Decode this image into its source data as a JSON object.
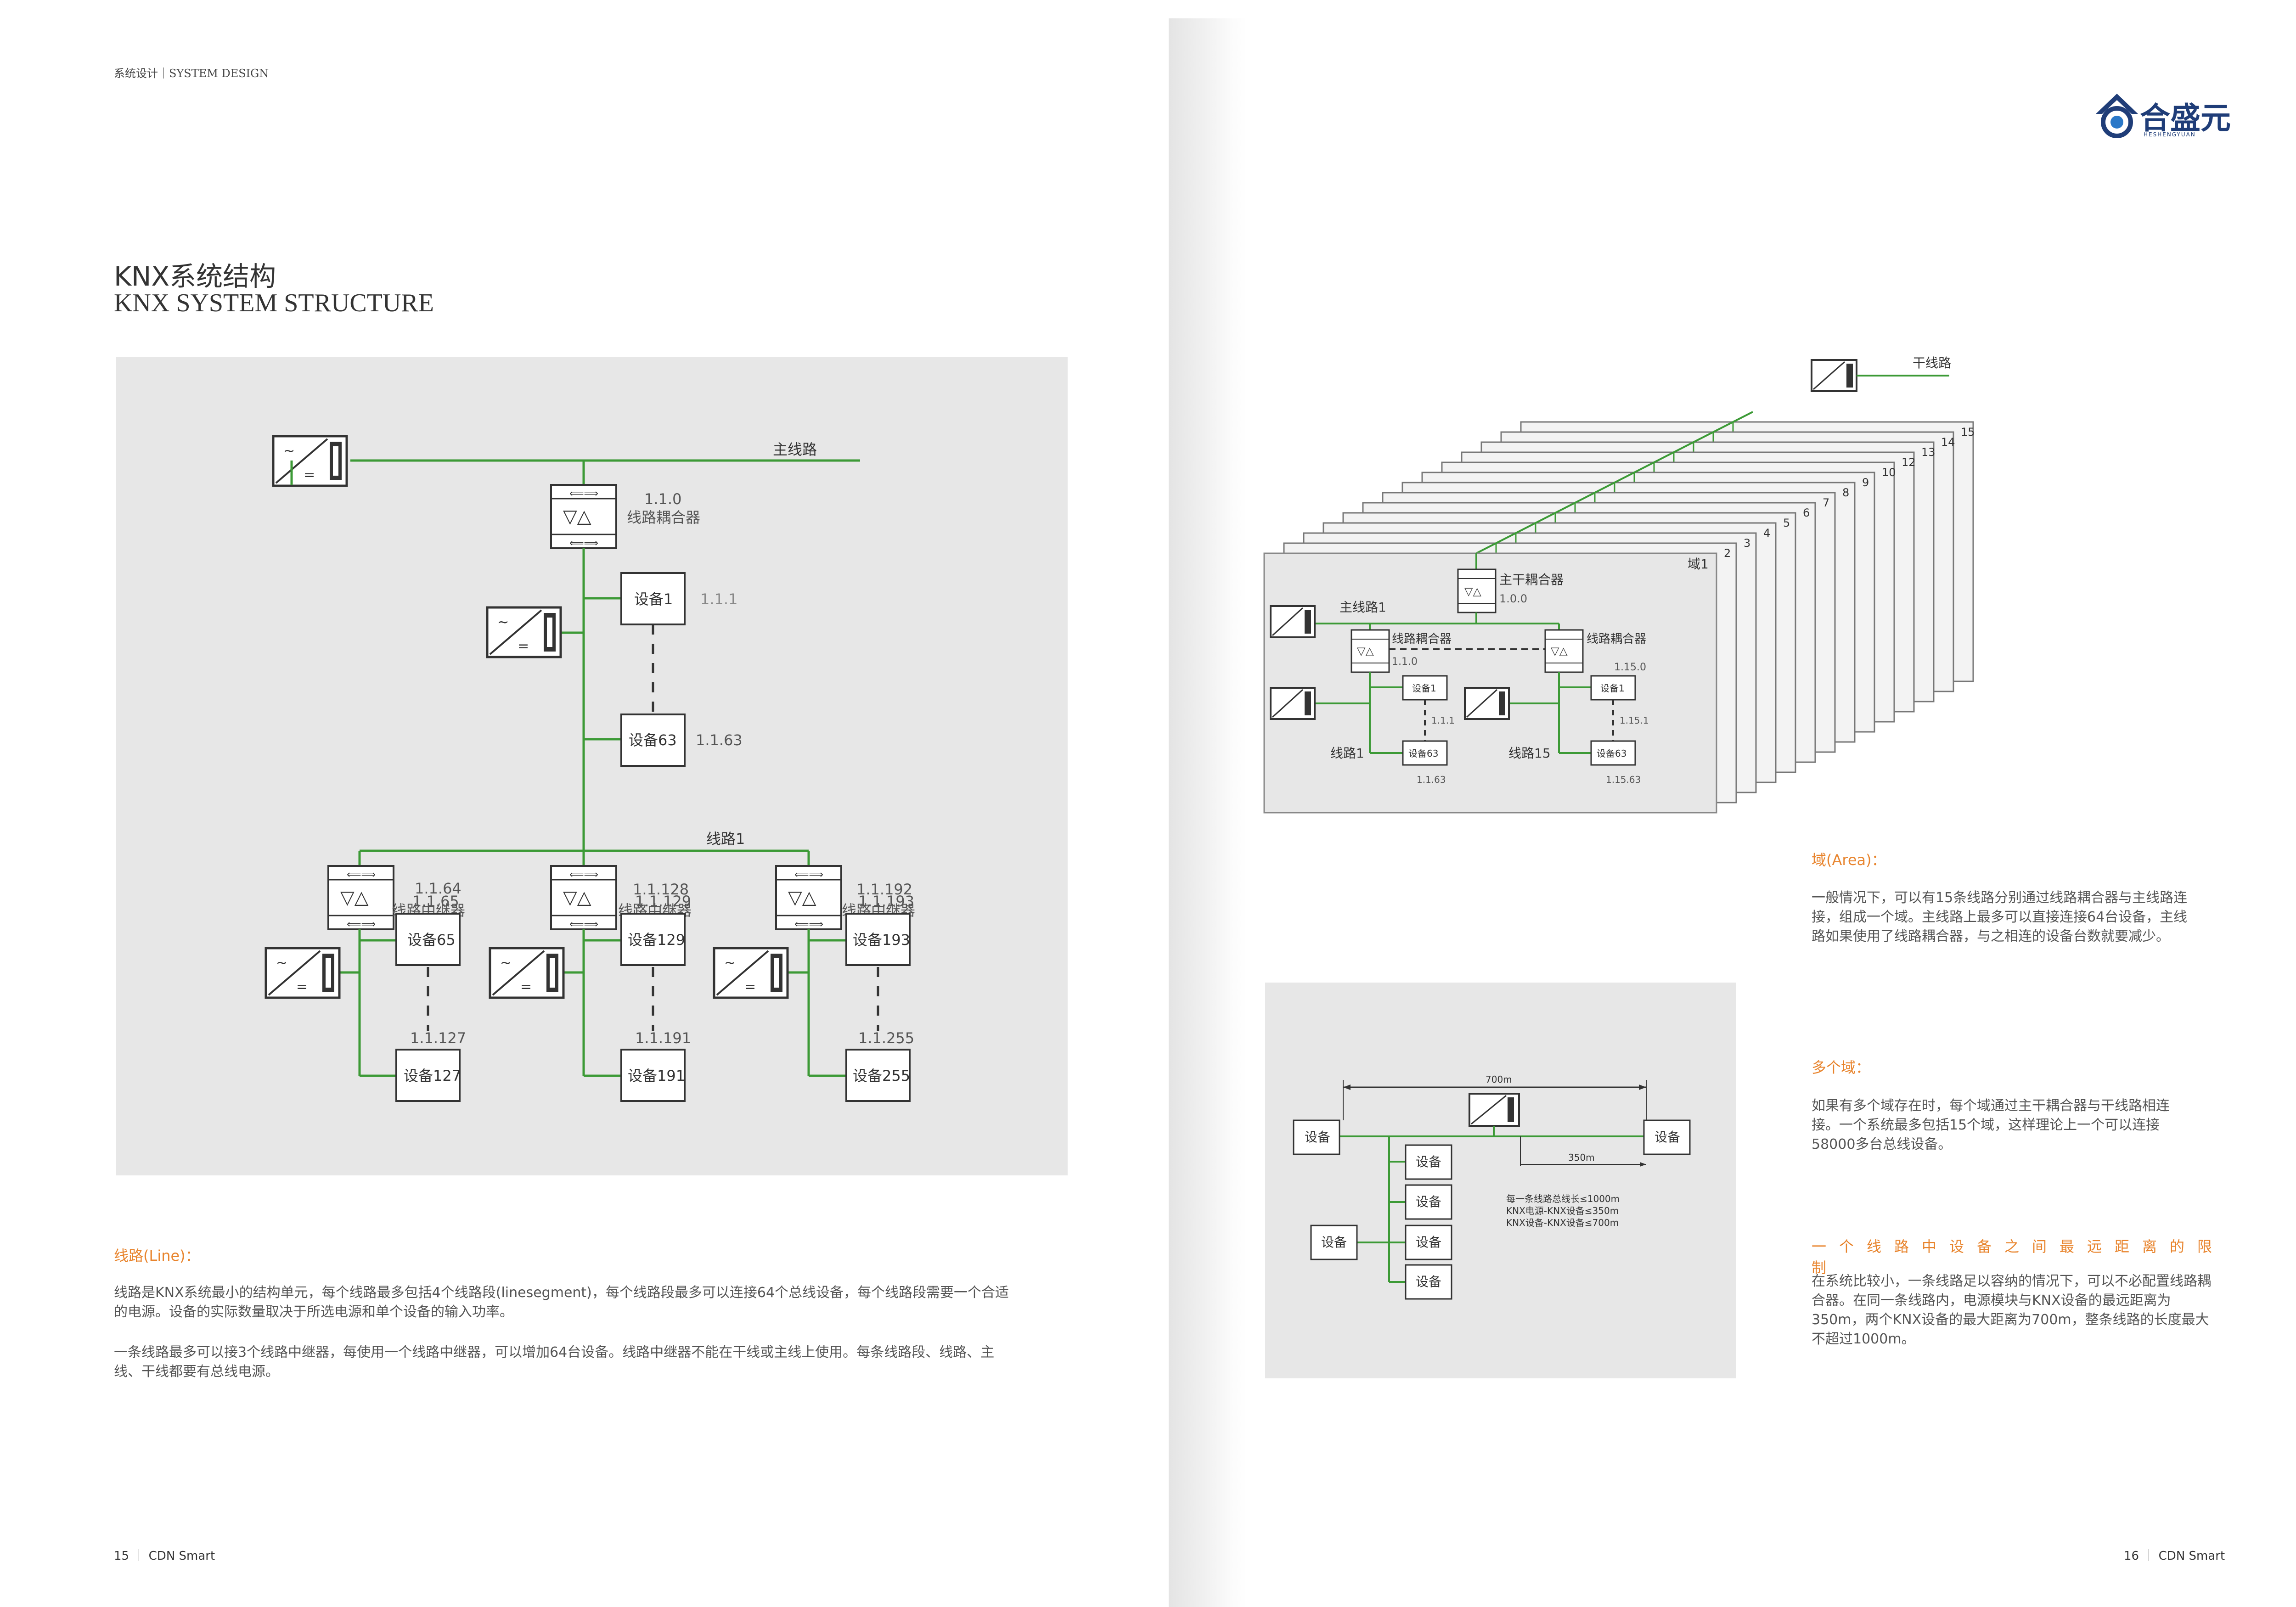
{
  "header": {
    "running": "系统设计｜SYSTEM DESIGN"
  },
  "title": {
    "cn": "KNX系统结构",
    "en": "KNX SYSTEM STRUCTURE"
  },
  "diagram1": {
    "main_line": "主线路",
    "line_label": "线路1",
    "coupler_addr": "1.1.0",
    "coupler_name": "线路耦合器",
    "dev1": "设备1",
    "dev1_addr": "1.1.1",
    "dev63": "设备63",
    "dev63_addr": "1.1.63",
    "rep1_addr": "1.1.64",
    "rep2_addr": "1.1.128",
    "rep3_addr": "1.1.192",
    "repeater_name": "线路中继器",
    "dev65": "设备65",
    "dev65_addr": "1.1.65",
    "dev127": "设备127",
    "dev127_addr": "1.1.127",
    "dev129": "设备129",
    "dev129_addr": "1.1.129",
    "dev191": "设备191",
    "dev191_addr": "1.1.191",
    "dev193": "设备193",
    "dev193_addr": "1.1.193",
    "dev255": "设备255",
    "dev255_addr": "1.1.255"
  },
  "line_section": {
    "title": "线路(Line)：",
    "p1": "线路是KNX系统最小的结构单元，每个线路最多包括4个线路段(linesegment)，每个线路段最多可以连接64个总线设备，每个线路段需要一个合适的电源。设备的实际数量取决于所选电源和单个设备的输入功率。",
    "p2": "一条线路最多可以接3个线路中继器，每使用一个线路中继器，可以增加64台设备。线路中继器不能在干线或主线上使用。每条线路段、线路、主线、干线都要有总线电源。"
  },
  "footer_left": {
    "page": "15",
    "brand": "CDN Smart"
  },
  "footer_right": {
    "page": "16",
    "brand": "CDN Smart"
  },
  "logo": {
    "text": "合盛元",
    "sub": "HESHENGYUAN"
  },
  "diagram2": {
    "backbone": "干线路",
    "area_numbers": [
      "2",
      "3",
      "4",
      "5",
      "6",
      "7",
      "8",
      "9",
      "10",
      "12",
      "13",
      "14",
      "15"
    ],
    "area1": "域1",
    "main_coupler": "主干耦合器",
    "main_coupler_addr": "1.0.0",
    "main_line": "主线路1",
    "coupler_left": "线路耦合器",
    "coupler_right": "线路耦合器",
    "left_coupler_addr": "1.1.0",
    "right_coupler_addr": "1.15.0",
    "dev1": "设备1",
    "dev1_addr": "1.1.1",
    "dev63": "设备63",
    "dev63_addr": "1.1.63",
    "line1": "线路1",
    "line15": "线路15",
    "r_dev1": "设备1",
    "r_dev1_addr": "1.15.1",
    "r_dev63": "设备63",
    "r_dev63_addr": "1.15.63"
  },
  "area_section": {
    "title": "域(Area)：",
    "p": "一般情况下，可以有15条线路分别通过线路耦合器与主线路连接，组成一个域。主线路上最多可以直接连接64台设备，主线路如果使用了线路耦合器，与之相连的设备台数就要减少。"
  },
  "multi_section": {
    "title": "多个域：",
    "p": "如果有多个域存在时，每个域通过主干耦合器与干线路相连接。一个系统最多包括15个域，这样理论上一个可以连接58000多台总线设备。"
  },
  "distance_section": {
    "title": "一个线路中设备之间最远距离的限制",
    "p": "在系统比较小，一条线路足以容纳的情况下，可以不必配置线路耦合器。在同一条线路内，电源模块与KNX设备的最远距离为350m，两个KNX设备的最大距离为700m，整条线路的长度最大不超过1000m。"
  },
  "diagram3": {
    "dim700": "700m",
    "dim350": "350m",
    "device": "设备",
    "note1": "每一条线路总线长≤1000m",
    "note2": "KNX电源-KNX设备≤350m",
    "note3": "KNX设备-KNX设备≤700m"
  },
  "colors": {
    "accent": "#e8842d",
    "line_green": "#3c9a36",
    "panel_bg": "#e7e7e7"
  }
}
